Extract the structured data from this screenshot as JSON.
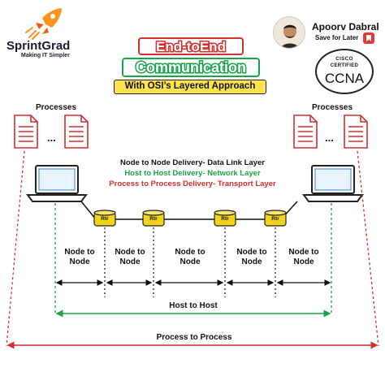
{
  "brand": {
    "name": "SprintGrad",
    "tagline": "Making IT Simpler",
    "logo_icon": "rocket-icon"
  },
  "title": {
    "line1": "End-toEnd",
    "line2": "Communication",
    "subtitle": "With OSI’s Layered Approach"
  },
  "author": {
    "name": "Apoorv Dabral",
    "save_label": "Save for Later",
    "certification": {
      "line1": "CISCO",
      "line2": "CERTIFIED",
      "line3": "CCNA"
    }
  },
  "diagram": {
    "processes_label": "Processes",
    "ellipsis": "...",
    "layers": [
      {
        "text": "Node to Node Delivery- Data Link Layer",
        "color": "#111111"
      },
      {
        "text": "Host to Host Delivery- Network Layer",
        "color": "#1aa34a"
      },
      {
        "text": "Process to Process Delivery- Transport Layer",
        "color": "#d32f2f"
      }
    ],
    "router_label": "Rtr",
    "segment_label_line1": "Node to",
    "segment_label_line2": "Node",
    "host_to_host": "Host to Host",
    "process_to_process": "Process to Process",
    "colors": {
      "router": "#f2d31b",
      "red": "#d32f2f",
      "green": "#1aa34a"
    }
  }
}
